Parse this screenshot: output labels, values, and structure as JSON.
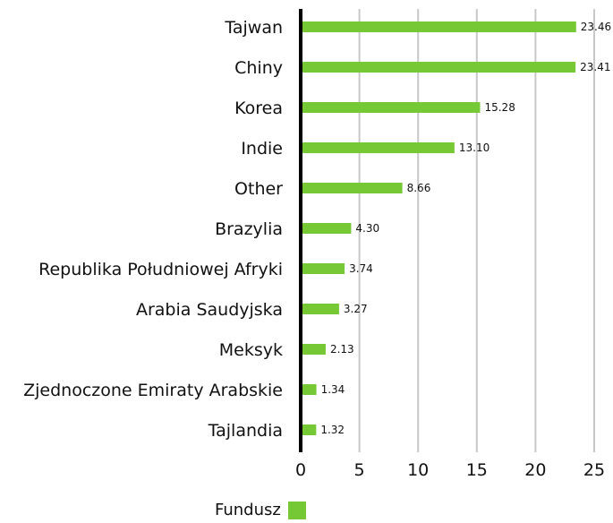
{
  "chart_data": {
    "type": "bar",
    "orientation": "horizontal",
    "categories": [
      "Tajwan",
      "Chiny",
      "Korea",
      "Indie",
      "Other",
      "Brazylia",
      "Republika Południowej Afryki",
      "Arabia Saudyjska",
      "Meksyk",
      "Zjednoczone Emiraty Arabskie",
      "Tajlandia"
    ],
    "series": [
      {
        "name": "Fundusz",
        "color": "#76c935",
        "values": [
          23.46,
          23.41,
          15.28,
          13.1,
          8.66,
          4.3,
          3.74,
          3.27,
          2.13,
          1.34,
          1.32
        ],
        "labels": [
          "23.46",
          "23.41",
          "15.28",
          "13.10",
          "8.66",
          "4.30",
          "3.74",
          "3.27",
          "2.13",
          "1.34",
          "1.32"
        ]
      }
    ],
    "xlim": [
      0,
      25
    ],
    "xticks": [
      "0",
      "5",
      "10",
      "15",
      "20",
      "25"
    ],
    "grid": "vertical",
    "legend": "bottom-left",
    "colors": {
      "bar": "#76c935",
      "grid": "#c8c8c8",
      "axis": "#000000",
      "text": "#111111"
    }
  },
  "legend": {
    "label": "Fundusz"
  }
}
